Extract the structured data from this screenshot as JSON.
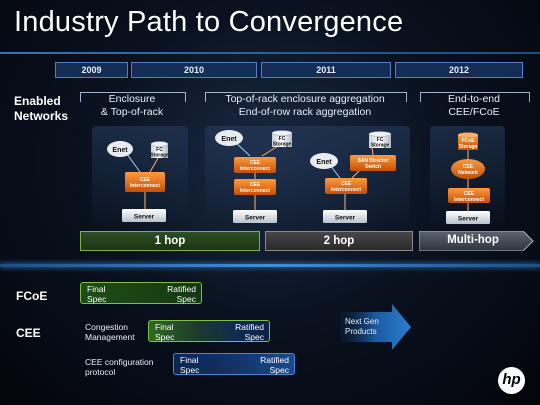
{
  "title": "Industry Path to Convergence",
  "years": [
    "2009",
    "2010",
    "2011",
    "2012"
  ],
  "enabled_networks": "Enabled Networks",
  "columns": {
    "enclosure": "Enclosure\n& Top-of-rack",
    "tor": "Top-of-rack enclosure aggregation\nEnd-of-row rack aggregation",
    "e2e": "End-to-end\nCEE/FCoE"
  },
  "diagram_labels": {
    "enet": "Enet",
    "fc_storage": "FC\nStorage",
    "cee_interconnect": "CEE\nInterconnect",
    "server": "Server",
    "san_switch": "SAN Director\nSwitch",
    "fcoe_storage": "FCoE\nStorage",
    "cee_network": "CEE\nNetwork"
  },
  "hops": [
    "1 hop",
    "2 hop",
    "Multi-hop"
  ],
  "rows": {
    "fcoe": "FCoE",
    "cee": "CEE",
    "congestion": "Congestion\nManagement",
    "cee_config": "CEE configuration\nprotocol"
  },
  "spec": {
    "final": "Final\nSpec",
    "ratified": "Ratified\nSpec"
  },
  "next_gen": "Next Gen\nProducts",
  "logo": "hp",
  "colors": {
    "green": "#2c6e2a",
    "blue_accent": "#1e6ab0",
    "cee_orange": "#e06a12"
  }
}
